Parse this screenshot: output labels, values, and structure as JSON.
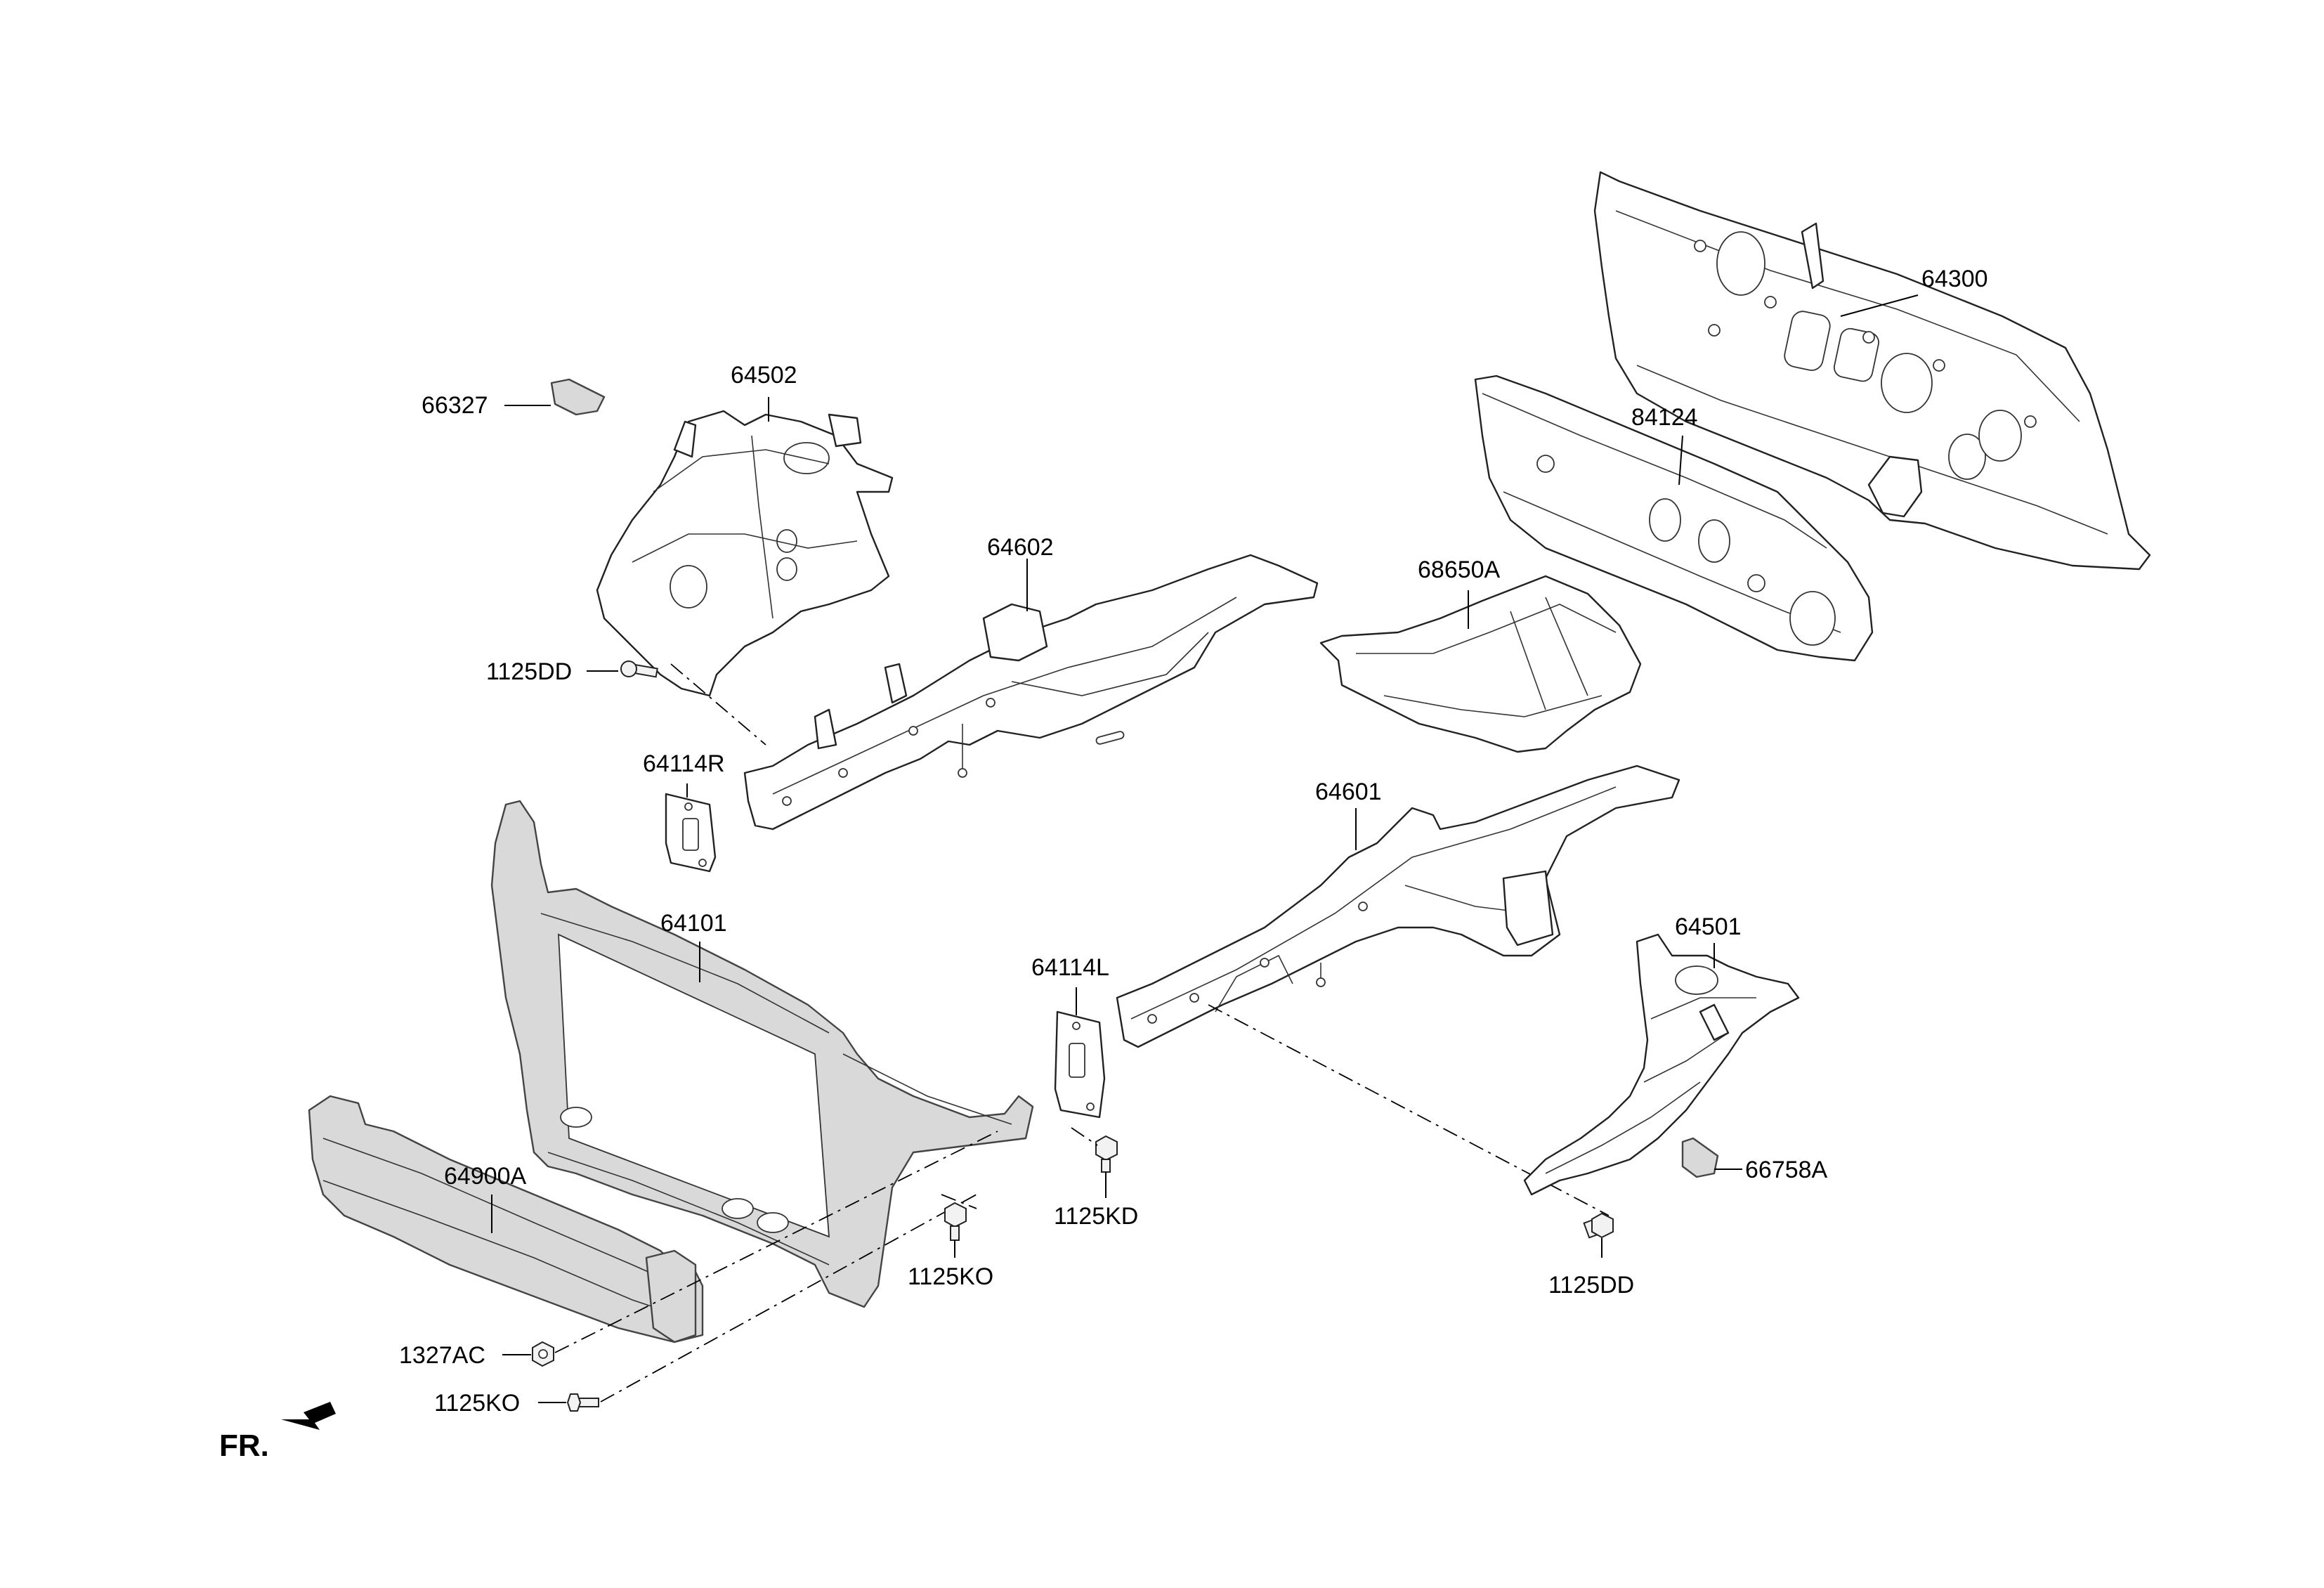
{
  "labels": {
    "p64300": "64300",
    "p84124": "84124",
    "p64502": "64502",
    "p66327": "66327",
    "p64602": "64602",
    "p68650A": "68650A",
    "p1125DD_top": "1125DD",
    "p64114R": "64114R",
    "p64601": "64601",
    "p64101": "64101",
    "p64501": "64501",
    "p64114L": "64114L",
    "p66758A": "66758A",
    "p64900A": "64900A",
    "p1125KD": "1125KD",
    "p1125KO_mid": "1125KO",
    "p1125DD_bottom": "1125DD",
    "p1327AC": "1327AC",
    "p1125KO_bottom": "1125KO"
  },
  "direction": {
    "text": "FR.",
    "icon": "front-direction-arrow-icon"
  },
  "colors": {
    "line": "#000000",
    "part_fill": "#ffffff",
    "shaded_fill": "#d9d9d9"
  }
}
